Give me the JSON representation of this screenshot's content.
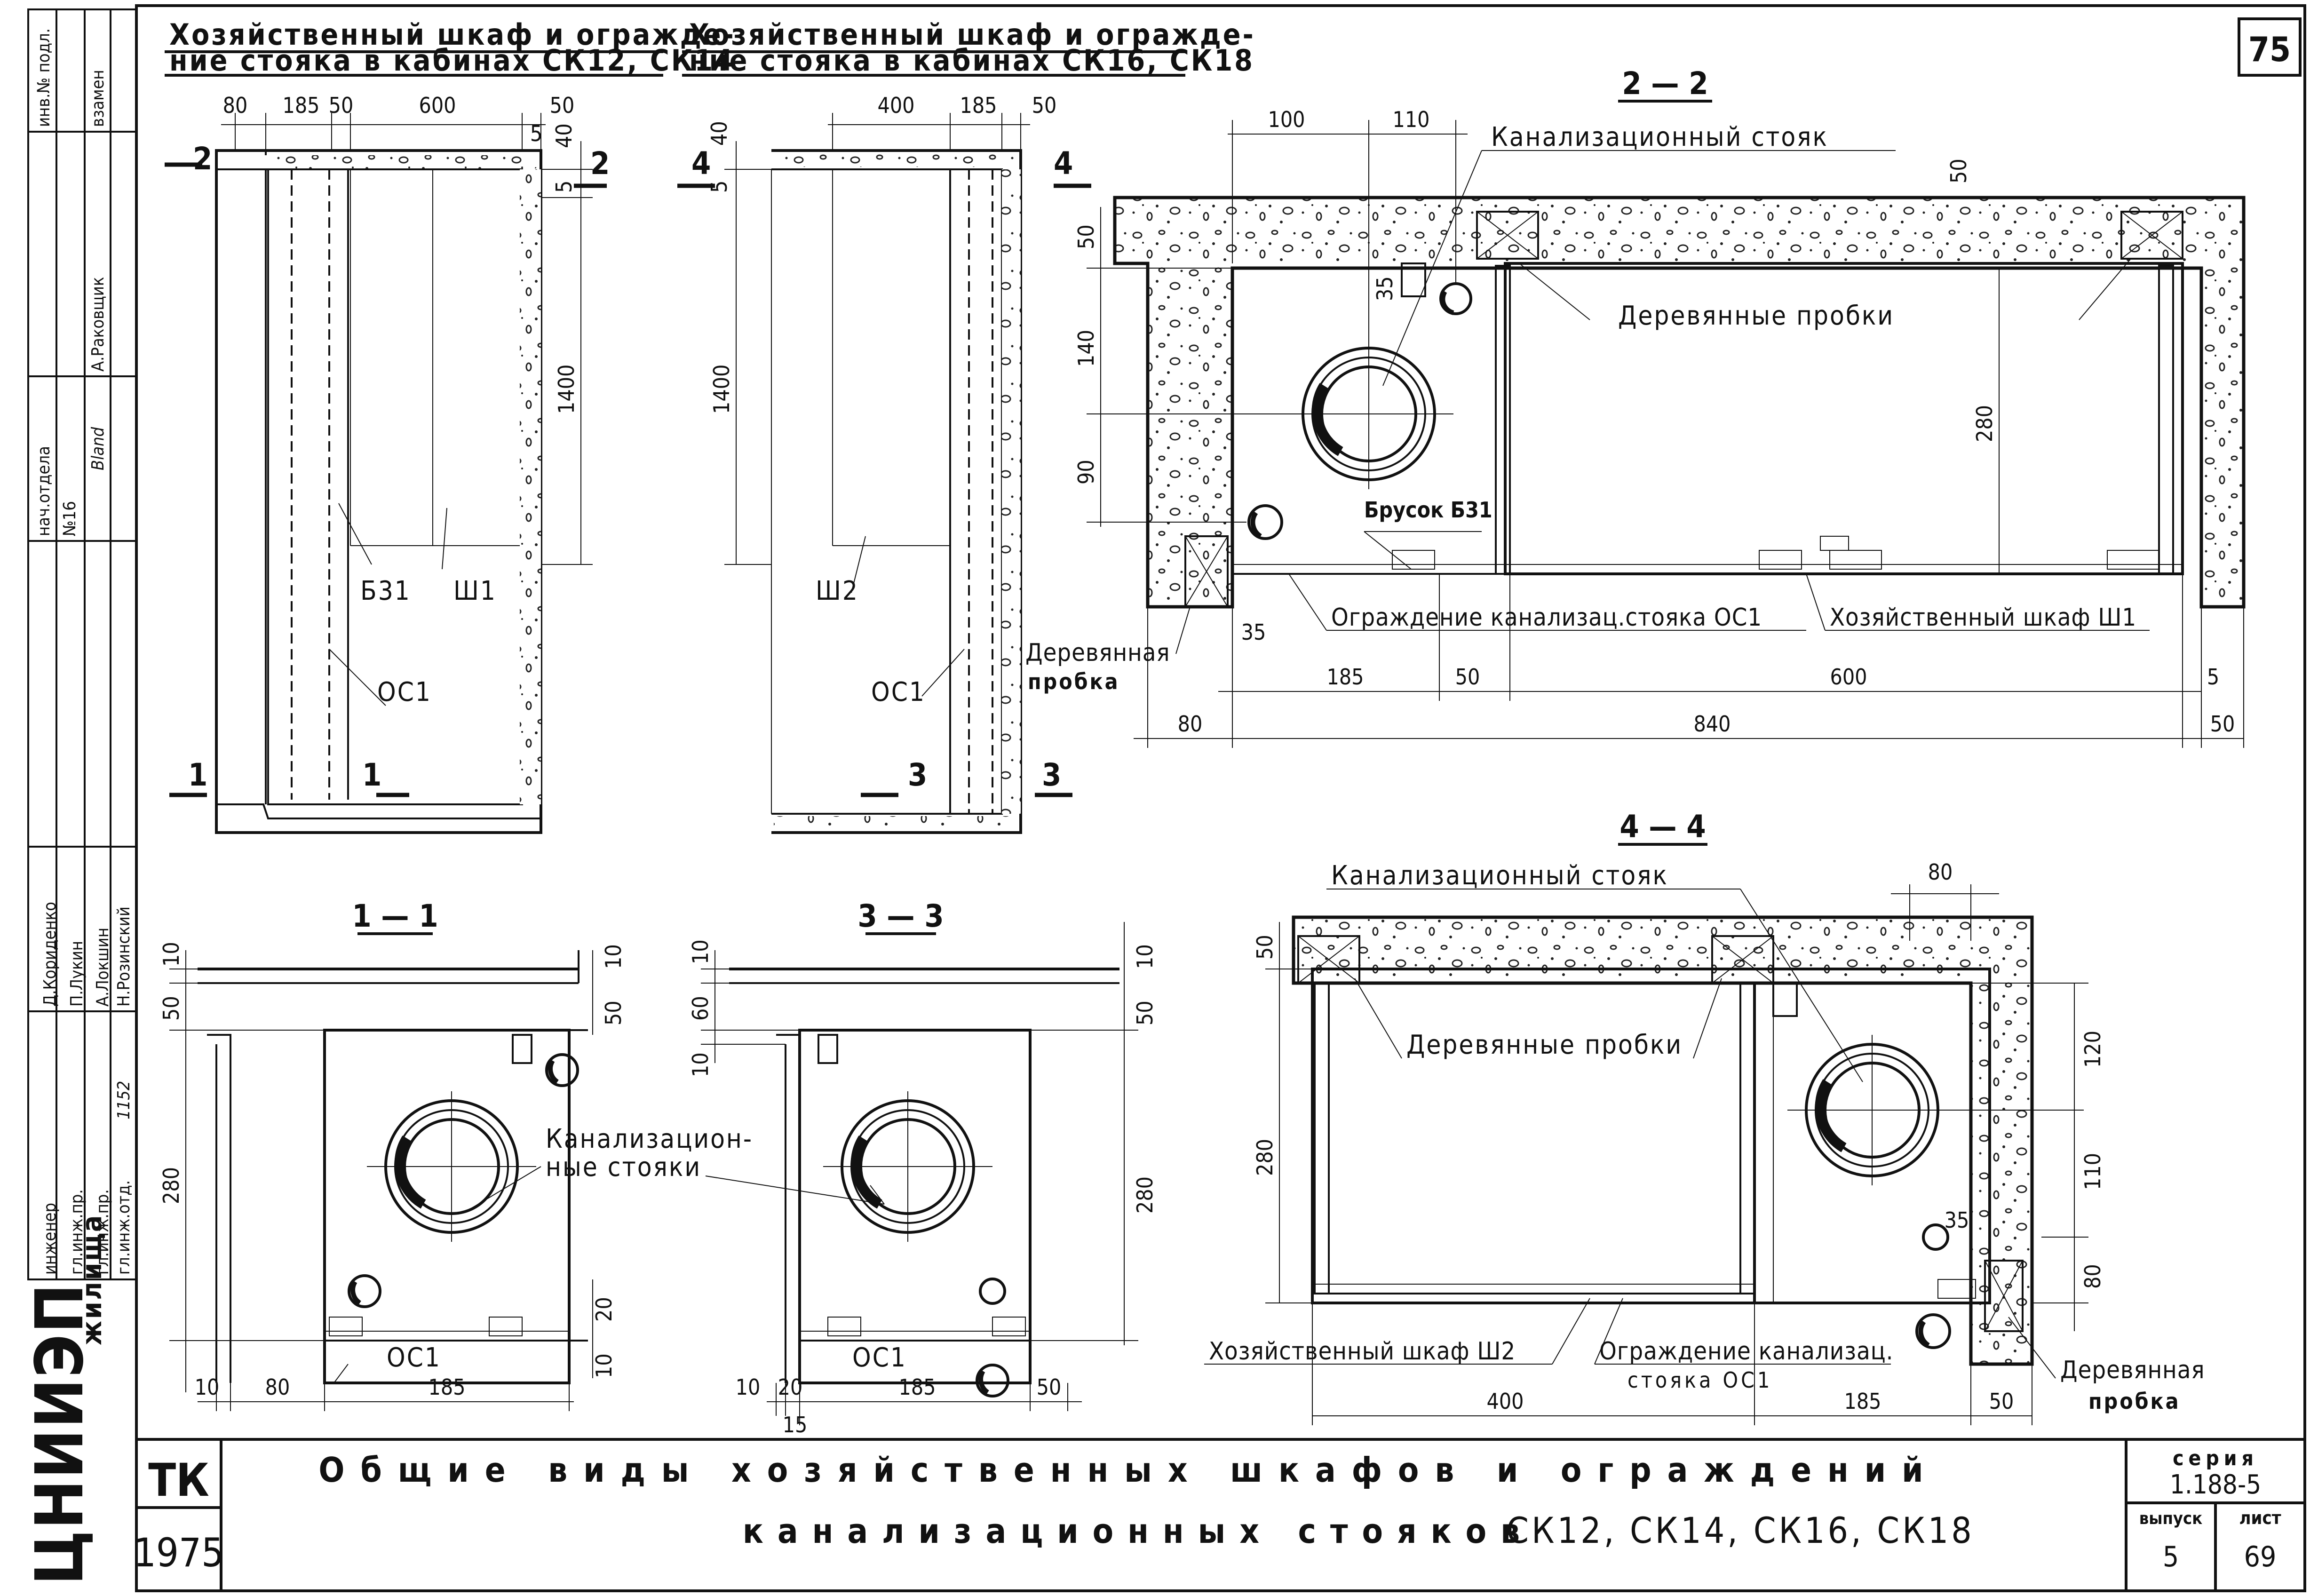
{
  "sheet": {
    "page_number": "75",
    "title_line1": "Общие виды хозяйственных шкафов и ограждений",
    "title_line2": "канализационных стояков",
    "title_models": "СК12, СК14, СК16, СК18",
    "series_label": "серия",
    "series_value": "1.188-5",
    "issue_label": "выпуск",
    "issue_value": "5",
    "sheet_label": "лист",
    "sheet_value": "69",
    "org_code": "ТК",
    "year": "1975",
    "org_name": "ЦНИИЭП",
    "org_sub": "жилища",
    "stamp_rows": [
      {
        "role": "нач.отдела",
        "name": "№16",
        "sign": "Bland"
      },
      {
        "role": "",
        "name": "А.Раковщик",
        "sign": ""
      },
      {
        "role": "гл.инж.отд.",
        "name": "Н.Розинский",
        "sign": "1152"
      },
      {
        "role": "гл.инж.пр.",
        "name": "А.Локшин",
        "sign": ""
      },
      {
        "role": "гл.инж.пр.",
        "name": "П.Лукин",
        "sign": ""
      },
      {
        "role": "инженер",
        "name": "Д.Кориденко",
        "sign": ""
      }
    ],
    "stamp_header": [
      "инв.№ подл.",
      "взамен"
    ]
  },
  "views": {
    "plan_a": {
      "title_l1": "Хозяйственный шкаф и огражде-",
      "title_l2": "ние стояка в кабинах СК12, СК14",
      "dims_top": [
        "80",
        "185",
        "50",
        "600",
        "50",
        "5",
        "40"
      ],
      "dim_height": "1400",
      "dim_side": "5",
      "labels": {
        "b31": "Б31",
        "sh1": "Ш1",
        "oc1": "ОС1"
      },
      "cut_marks": [
        "2",
        "2",
        "1",
        "1"
      ]
    },
    "plan_b": {
      "title_l1": "Хозяйственный шкаф и огражде-",
      "title_l2": "ние стояка в кабинах СК16, СК18",
      "dims_top": [
        "400",
        "185",
        "50",
        "40",
        "5"
      ],
      "dim_height": "1400",
      "labels": {
        "sh2": "Ш2",
        "oc1": "ОС1"
      },
      "cut_marks": [
        "4",
        "4",
        "3",
        "3"
      ]
    },
    "sec_2_2": {
      "title": "2 — 2",
      "top_dims": [
        "100",
        "110"
      ],
      "left_dims": [
        "50",
        "35",
        "140",
        "90"
      ],
      "right_dim": "280",
      "top_right_dim": "50",
      "bottom_dims_row1": [
        "185",
        "50",
        "600"
      ],
      "bottom_dims_row2": [
        "80",
        "840",
        "50"
      ],
      "small_dims": [
        "35",
        "5"
      ],
      "leaders": {
        "riser": "Канализационный стояк",
        "plugs": "Деревянные пробки",
        "bar": "Брусок Б31",
        "guard": "Ограждение канализац.стояка ОС1",
        "cabinet": "Хозяйственный шкаф Ш1",
        "plug_l1": "Деревянная",
        "plug_l2": "пробка"
      }
    },
    "sec_4_4": {
      "title": "4 — 4",
      "top_dim": "80",
      "left_dims": [
        "50",
        "280"
      ],
      "right_dims": [
        "120",
        "110",
        "35",
        "80"
      ],
      "bottom_dims": [
        "400",
        "185",
        "50"
      ],
      "leaders": {
        "riser": "Канализационный стояк",
        "plugs": "Деревянные пробки",
        "cabinet": "Хозяйственный шкаф Ш2",
        "guard_l1": "Ограждение канализац.",
        "guard_l2": "стояка ОС1",
        "plug_l1": "Деревянная",
        "plug_l2": "пробка"
      }
    },
    "sec_1_1": {
      "title": "1 — 1",
      "left_dims": [
        "10",
        "50",
        "280"
      ],
      "right_dims": [
        "10",
        "50"
      ],
      "small_dims": [
        "20",
        "10"
      ],
      "bottom_dims": [
        "10",
        "80",
        "185"
      ],
      "label_oc1": "ОС1",
      "riser_l1": "Канализацион-",
      "riser_l2": "ные стояки"
    },
    "sec_3_3": {
      "title": "3 — 3",
      "left_dims": [
        "10",
        "60",
        "10"
      ],
      "right_dims": [
        "10",
        "50",
        "280"
      ],
      "bottom_dims": [
        "10",
        "20",
        "185",
        "50"
      ],
      "dim_15": "15",
      "label_oc1": "ОС1"
    }
  },
  "colors": {
    "ink": "#111111",
    "paper": "#ffffff"
  }
}
